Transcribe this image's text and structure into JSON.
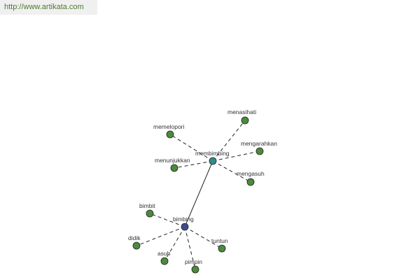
{
  "header": {
    "url": "http://www.artikata.com"
  },
  "colors": {
    "leaf": "#4c8a3c",
    "hub": "#2f8c8c",
    "root": "#3e4c8a",
    "url_text": "#4d7a2e"
  },
  "graph": {
    "edges": [
      [
        "membimbing",
        "bimbing"
      ],
      [
        "membimbing",
        "menasihati"
      ],
      [
        "membimbing",
        "memelopori"
      ],
      [
        "membimbing",
        "mengarahkan"
      ],
      [
        "membimbing",
        "menunjukkan"
      ],
      [
        "membimbing",
        "mengasuh"
      ],
      [
        "bimbing",
        "bimbit"
      ],
      [
        "bimbing",
        "didik"
      ],
      [
        "bimbing",
        "asuh"
      ],
      [
        "bimbing",
        "pimpin"
      ],
      [
        "bimbing",
        "tuntun"
      ]
    ]
  }
}
